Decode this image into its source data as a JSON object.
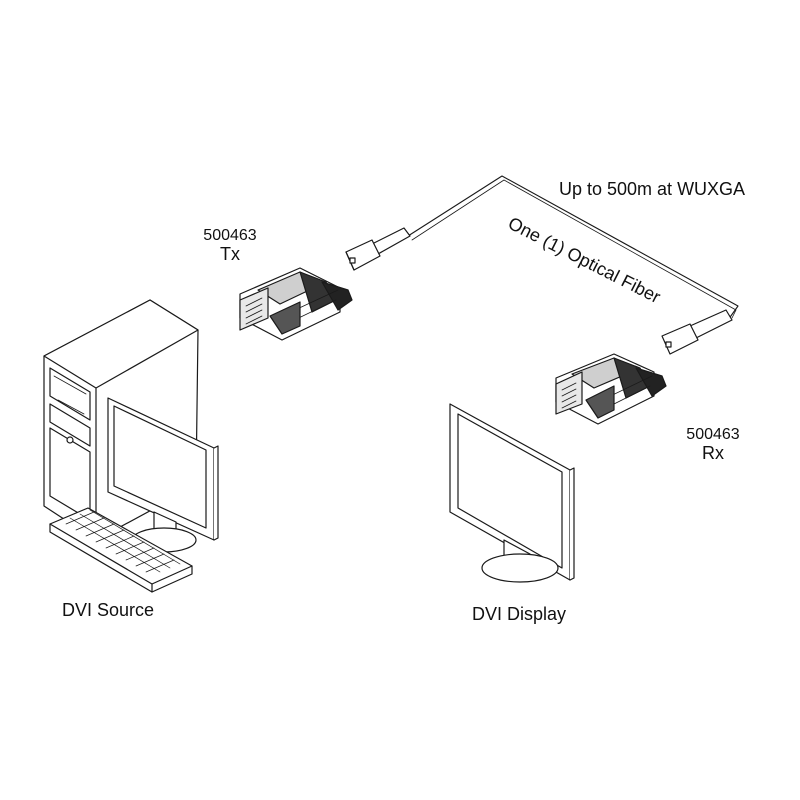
{
  "labels": {
    "tx_part": "500463",
    "tx_name": "Tx",
    "rx_part": "500463",
    "rx_name": "Rx",
    "distance": "Up to 500m at WUXGA",
    "fiber": "One (1) Optical Fiber",
    "source": "DVI Source",
    "display": "DVI Display"
  },
  "colors": {
    "line": "#1a1a1a",
    "fill_light": "#ffffff",
    "fill_mid": "#cfcfcf",
    "fill_dark": "#333333"
  }
}
